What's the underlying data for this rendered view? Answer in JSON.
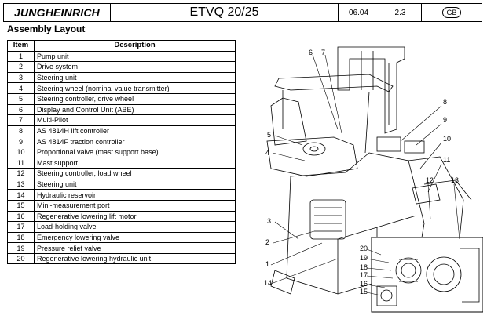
{
  "header": {
    "logo": "JUNGHEINRICH",
    "model": "ETVQ 20/25",
    "date": "06.04",
    "section": "2.3",
    "language": "GB"
  },
  "page_title": "Assembly Layout",
  "table": {
    "columns": [
      "Item",
      "Description"
    ],
    "rows": [
      {
        "item": "1",
        "desc": "Pump unit"
      },
      {
        "item": "2",
        "desc": "Drive system"
      },
      {
        "item": "3",
        "desc": "Steering unit"
      },
      {
        "item": "4",
        "desc": "Steering wheel (nominal value transmitter)"
      },
      {
        "item": "5",
        "desc": "Steering controller, drive wheel"
      },
      {
        "item": "6",
        "desc": "Display and Control Unit (ABE)"
      },
      {
        "item": "7",
        "desc": "Multi-Pilot"
      },
      {
        "item": "8",
        "desc": "AS 4814H lift controller"
      },
      {
        "item": "9",
        "desc": "AS 4814F traction controller"
      },
      {
        "item": "10",
        "desc": "Proportional valve (mast support base)"
      },
      {
        "item": "11",
        "desc": "Mast support"
      },
      {
        "item": "12",
        "desc": "Steering controller, load wheel"
      },
      {
        "item": "13",
        "desc": "Steering unit"
      },
      {
        "item": "14",
        "desc": "Hydraulic reservoir"
      },
      {
        "item": "15",
        "desc": "Mini-measurement port"
      },
      {
        "item": "16",
        "desc": "Regenerative lowering lift motor"
      },
      {
        "item": "17",
        "desc": "Load-holding valve"
      },
      {
        "item": "18",
        "desc": "Emergency lowering valve"
      },
      {
        "item": "19",
        "desc": "Pressure relief valve"
      },
      {
        "item": "20",
        "desc": "Regenerative lowering hydraulic unit"
      }
    ]
  },
  "drawing_callouts": [
    "6",
    "7",
    "8",
    "9",
    "5",
    "10",
    "4",
    "11",
    "12",
    "13",
    "3",
    "2",
    "20",
    "19",
    "18",
    "1",
    "17",
    "16",
    "14",
    "15"
  ]
}
